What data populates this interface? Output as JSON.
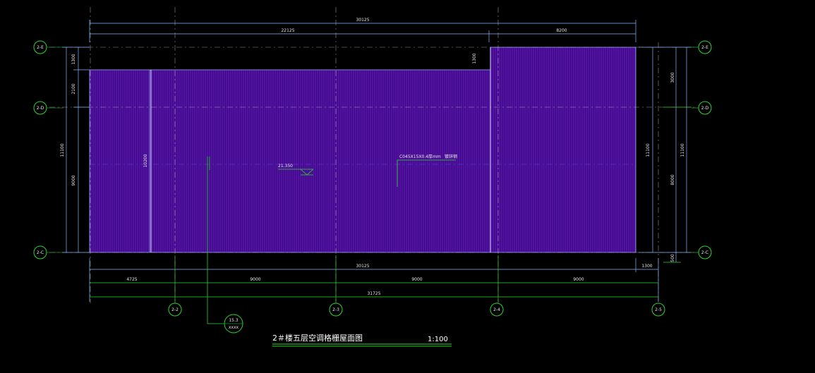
{
  "title": "2＃楼五层空调格栅屋面图",
  "scale": "1:100",
  "colors": {
    "background": "#000000",
    "roof_fill": "#3d0a8c",
    "hatch": "#a030e0",
    "grid_line": "#cfcfcf",
    "dimension": "#7fb8ff",
    "axis_bubble": "#2bd42b",
    "annotation": "#2bd42b"
  },
  "axes": {
    "left": [
      "2-E",
      "2-D",
      "2-C"
    ],
    "right": [
      "2-E",
      "2-D",
      "2-C"
    ],
    "bottom": [
      "2-2",
      "2-3",
      "2-4",
      "2-5"
    ]
  },
  "dimensions": {
    "top_total": "30125",
    "top_left": "22125",
    "top_right": "8200",
    "bottom_total": "30125",
    "bottom_end": "1300",
    "bottom_seg1": "4725",
    "bottom_seg2": "9000",
    "bottom_seg3": "9000",
    "bottom_seg4": "9000",
    "bottom_overall": "31725",
    "left_top": "1300",
    "left_seg": "2100",
    "left_total": "11100",
    "left_main": "9000",
    "left_inner": "10200",
    "step_height": "1300",
    "right_inner": "11100",
    "right_top": "3000",
    "right_main": "8000",
    "right_total": "11100",
    "right_bottom": "500"
  },
  "annotations": {
    "elevation": "21.350",
    "leader_text": "C045X15X0.4厚mm",
    "leader_tag": "镀锌钢",
    "detail_num": "15.3",
    "detail_sub": "xxxx"
  }
}
